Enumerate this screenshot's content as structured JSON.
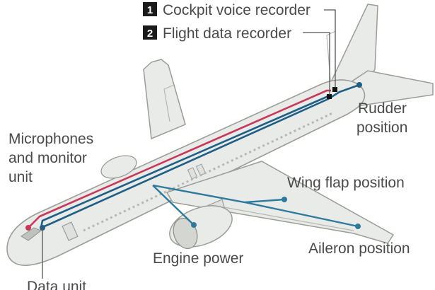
{
  "legend": {
    "item1": {
      "number": "1",
      "label": "Cockpit voice recorder"
    },
    "item2": {
      "number": "2",
      "label": "Flight data recorder"
    }
  },
  "labels": {
    "microphones_line1": "Microphones",
    "microphones_line2": "and monitor",
    "microphones_line3": "unit",
    "rudder_line1": "Rudder",
    "rudder_line2": "position",
    "wing_flap": "Wing flap position",
    "engine_power": "Engine power",
    "aileron": "Aileron position",
    "data_unit": "Data unit"
  },
  "colors": {
    "voice_line": "#c8385a",
    "data_line": "#1f5f86",
    "sensor_line": "#2e7a9c",
    "airframe": "#e9ebe8",
    "airframe_outline": "#9a9d98"
  }
}
